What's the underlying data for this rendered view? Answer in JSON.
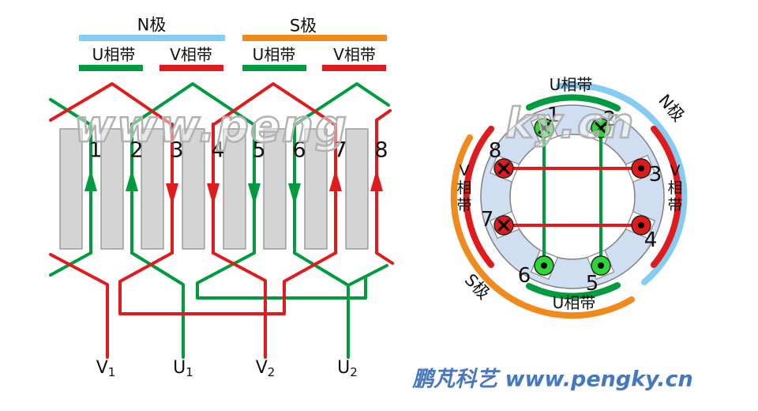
{
  "left_diagram": {
    "pole_bars": [
      {
        "label": "N极",
        "color": "#85ccf2"
      },
      {
        "label": "S极",
        "color": "#f08a1d"
      }
    ],
    "phase_bars": [
      {
        "label": "U相带",
        "color": "#009b3e"
      },
      {
        "label": "V相带",
        "color": "#e01b1d"
      },
      {
        "label": "U相带",
        "color": "#009b3e"
      },
      {
        "label": "V相带",
        "color": "#e01b1d"
      }
    ],
    "slot_numbers": [
      "1",
      "2",
      "3",
      "4",
      "5",
      "6",
      "7",
      "8"
    ],
    "terminals": [
      {
        "main": "V",
        "sub": "1"
      },
      {
        "main": "U",
        "sub": "1"
      },
      {
        "main": "V",
        "sub": "2"
      },
      {
        "main": "U",
        "sub": "2"
      }
    ]
  },
  "circle_diagram": {
    "slot_numbers": [
      "1",
      "2",
      "3",
      "4",
      "5",
      "6",
      "7",
      "8"
    ],
    "labels": {
      "top_phase": "U相带",
      "bottom_phase": "U相带",
      "right_phase": "V\n相\n带",
      "left_phase": "V\n相\n带",
      "n_pole": "N极",
      "s_pole": "S极"
    }
  },
  "watermark": {
    "left": "www.peng",
    "right": "ky.cn"
  },
  "footer": {
    "text": "鹏芃科艺 www.pengky.cn"
  },
  "colors": {
    "phase_u_green": "#009b3e",
    "phase_v_red": "#e01b1d",
    "n_pole_blue": "#85ccf2",
    "s_pole_orange": "#f08a1d",
    "marker_green": "#2fd437",
    "ring_fill": "#cfdef1",
    "tooth_gray": "#d4d4d4"
  }
}
